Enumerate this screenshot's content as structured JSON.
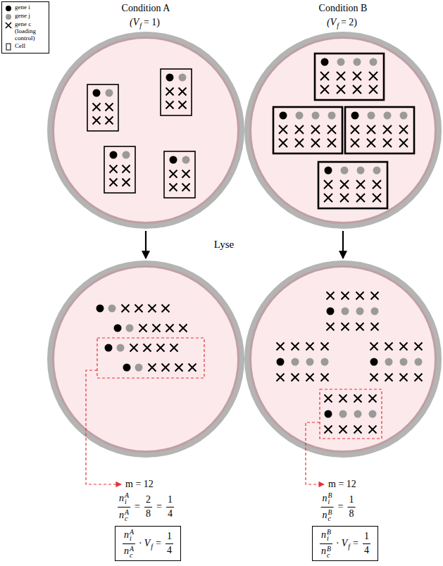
{
  "diagram": {
    "nodes": [
      {
        "text": [
          "Condition A",
          "(V",
          "f",
          "= 1)"
        ]
      },
      {
        "text": [
          "Condition B",
          "(V",
          "f",
          "= 2)"
        ]
      },
      {
        "text": [
          "m = 12",
          "n",
          "i",
          "A",
          "n",
          "c",
          "A",
          "=",
          "2",
          "8",
          "=",
          "1",
          "4"
        ]
      },
      {
        "text": [
          "m = 12",
          "n",
          "i",
          "B",
          "n",
          "c",
          "B",
          "=",
          "1",
          "8"
        ]
      },
      {
        "text": [
          "n",
          "i",
          "A",
          "n",
          "c",
          "A",
          "·",
          "V",
          "f",
          "=",
          "1",
          "4"
        ]
      },
      {
        "text": [
          "n",
          "i",
          "B",
          "n",
          "c",
          "B",
          "·",
          "V",
          "f",
          "=",
          "1",
          "4"
        ]
      }
    ],
    "edges": [
      {
        "from": 0,
        "to": 2,
        "arrow": "to"
      },
      {
        "from": 1,
        "to": 3,
        "arrow": "to"
      }
    ],
    "labels": [
      "Lyse"
    ],
    "legend": [
      {
        "text": "gene i"
      },
      {
        "text": "gene j"
      },
      {
        "text": "gene c (loading control)"
      },
      {
        "text": "Cell"
      }
    ]
  }
}
